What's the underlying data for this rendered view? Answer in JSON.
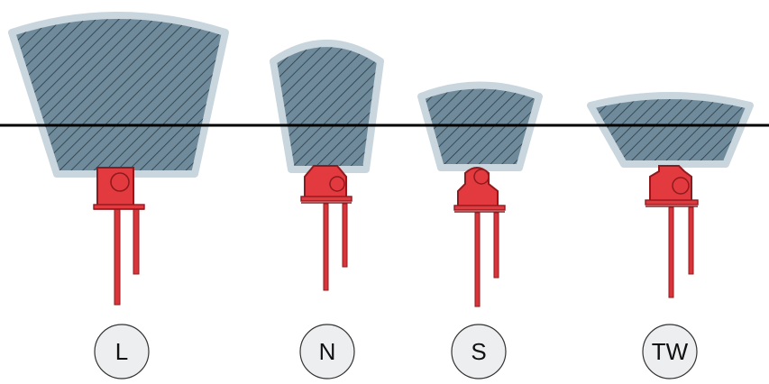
{
  "colors": {
    "beam_fill": "#6f8b9b",
    "beam_edge": "#c9d6de",
    "hatch": "#2a3a45",
    "led_body": "#e23a3f",
    "led_dark": "#8f1a1e",
    "lead": "#d9343a",
    "label_circle_fill": "#eceeef",
    "label_circle_stroke": "#333333",
    "reference_line": "#000000"
  },
  "reference_line": true,
  "items": [
    {
      "label": "L",
      "beam": "wide"
    },
    {
      "label": "N",
      "beam": "narrow"
    },
    {
      "label": "S",
      "beam": "standard"
    },
    {
      "label": "TW",
      "beam": "top-wide"
    }
  ]
}
